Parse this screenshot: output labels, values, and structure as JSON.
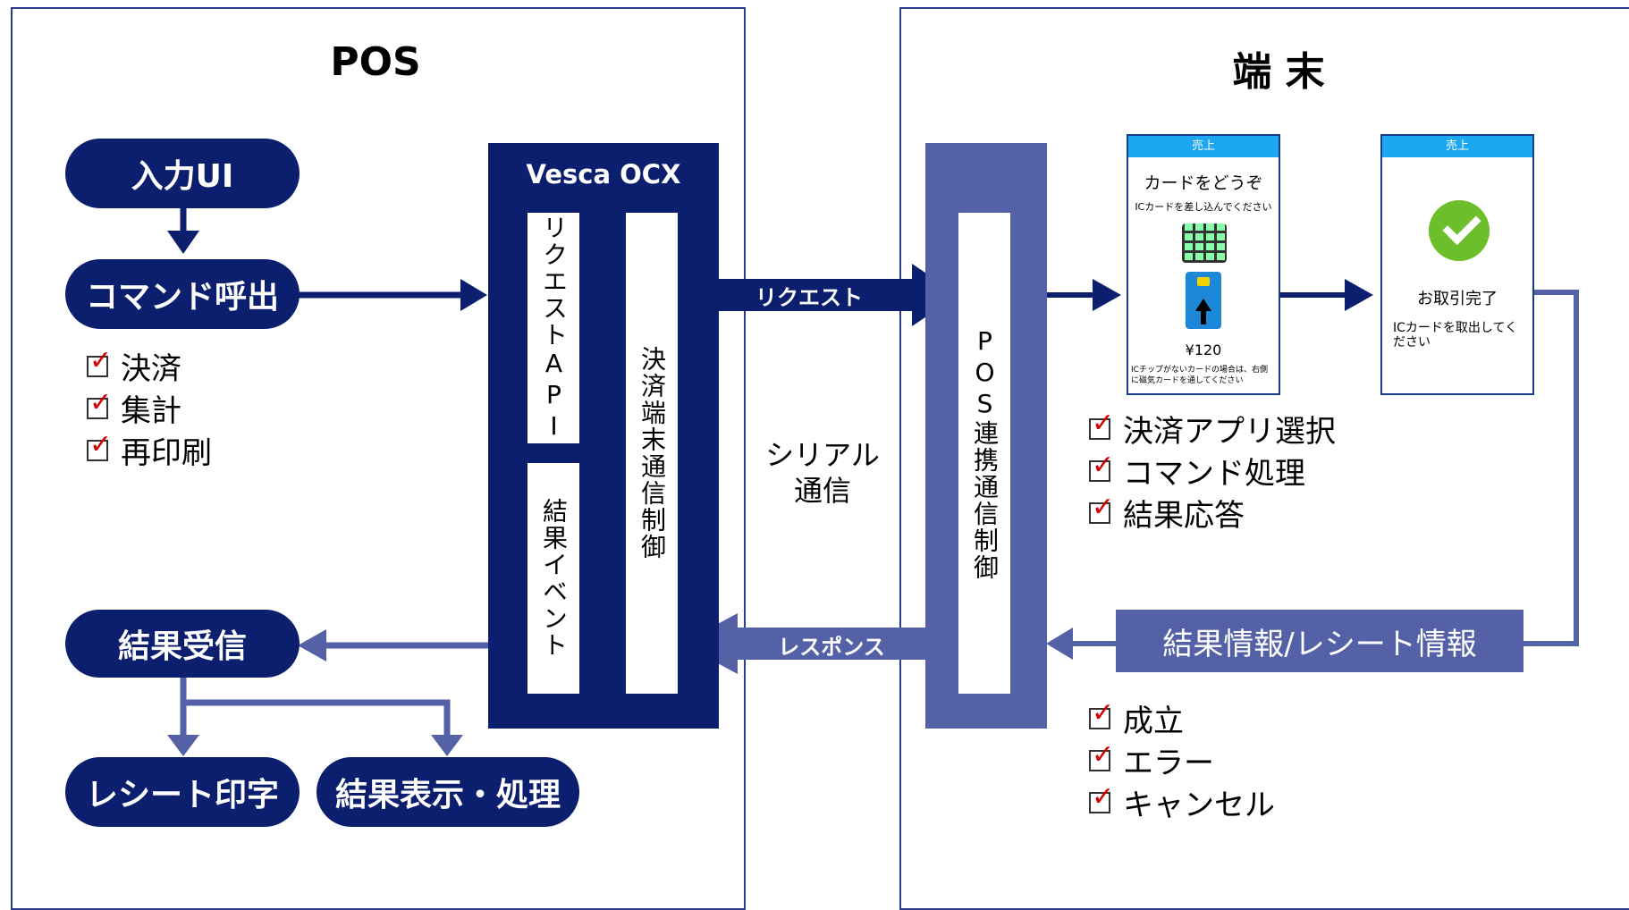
{
  "pos": {
    "title": "POS",
    "input_ui": "入力UI",
    "command_call": "コマンド呼出",
    "commands": [
      "決済",
      "集計",
      "再印刷"
    ],
    "result_receive": "結果受信",
    "receipt_print": "レシート印字",
    "result_display": "結果表示・処理"
  },
  "ocx": {
    "title": "Vesca OCX",
    "request_api": "リクエストAPI",
    "result_event": "結果イベント",
    "comm_control": "決済端末通信制御"
  },
  "middle": {
    "request": "リクエスト",
    "response": "レスポンス",
    "serial_line1": "シリアル",
    "serial_line2": "通信"
  },
  "terminal": {
    "title": "端 末",
    "pos_link": "POS連携通信制御",
    "screen1": {
      "bar": "売上",
      "heading": "カードをどうぞ",
      "sub": "ICカードを差し込んでください",
      "amount": "¥120",
      "note1": "ICチップがないカードの場合は、右側",
      "note2": "に磁気カードを通してください"
    },
    "screen2": {
      "bar": "売上",
      "heading": "お取引完了",
      "sub1": "ICカードを取出してく",
      "sub2": "ださい"
    },
    "processes": [
      "決済アプリ選択",
      "コマンド処理",
      "結果応答"
    ],
    "result_info": "結果情報/レシート情報",
    "results": [
      "成立",
      "エラー",
      "キャンセル"
    ]
  },
  "colors": {
    "dark_navy": "#0c1f6e",
    "mid_blue": "#5561a6",
    "screen_bar": "#1da6f2",
    "check_red": "#d40000",
    "ok_green": "#6cbf2a"
  }
}
